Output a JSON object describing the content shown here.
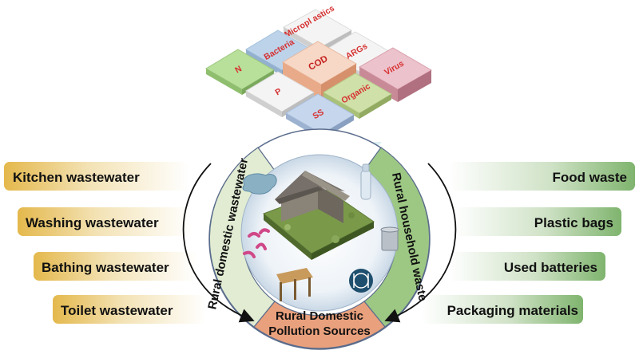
{
  "pollutants": {
    "microplastics": "Micropl astics",
    "bacteria": "Bacteria",
    "cod": "COD",
    "args": "ARGs",
    "n": "N",
    "p": "P",
    "organic": "Organic",
    "virus": "Virus",
    "ss": "SS"
  },
  "left_items": [
    "Kitchen wastewater",
    "Washing wastewater",
    "Bathing wastewater",
    "Toilet wastewater"
  ],
  "right_items": [
    "Food waste",
    "Plastic bags",
    "Used batteries",
    "Packaging materials"
  ],
  "ring": {
    "left": "Rural domestic wastewater",
    "right": "Rural household waste",
    "bottom_line1": "Rural Domestic",
    "bottom_line2": "Pollution Sources"
  },
  "colors": {
    "left_label": "#e8c066",
    "right_label": "#8ab87a",
    "ring_left": "#dbe9c8",
    "ring_right": "#9cc77e",
    "ring_bottom": "#e89a74",
    "tile_red": "#d63030"
  }
}
